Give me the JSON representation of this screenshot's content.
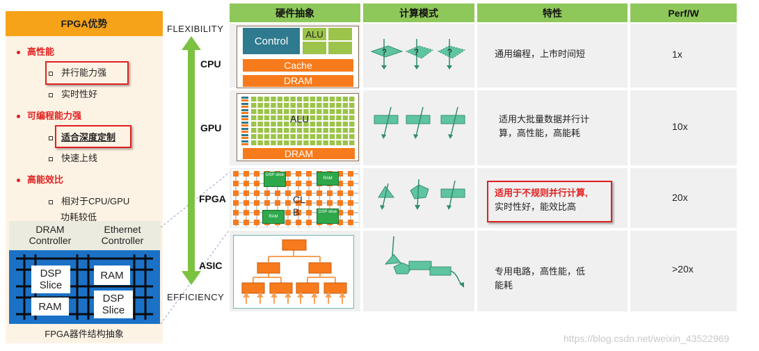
{
  "left_panel": {
    "title": "FPGA优势",
    "sections": [
      {
        "heading": "高性能",
        "items": [
          "并行能力强",
          "实时性好"
        ]
      },
      {
        "heading": "可编程能力强",
        "items": [
          "适合深度定制",
          "快速上线"
        ]
      },
      {
        "heading": "高能效比",
        "items": [
          "相对于CPU/GPU",
          "功耗较低"
        ]
      }
    ],
    "controllers": [
      "DRAM Controller",
      "Ethernet Controller"
    ],
    "controller_lines": [
      [
        "DRAM",
        "Controller"
      ],
      [
        "Ethernet",
        "Controller"
      ]
    ],
    "chip_blocks": [
      "DSP Slice",
      "RAM",
      "RAM",
      "DSP Slice"
    ],
    "chip_lines": [
      [
        "DSP",
        "Slice"
      ],
      [
        "RAM"
      ],
      [
        "RAM"
      ],
      [
        "DSP",
        "Slice"
      ]
    ],
    "caption": "FPGA器件结构抽象"
  },
  "axis": {
    "top": "FLEXIBILITY",
    "bottom": "EFFICIENCY"
  },
  "rows": [
    {
      "name": "CPU",
      "feature_lines": [
        "通用编程，上市时间短"
      ],
      "perf": "1x"
    },
    {
      "name": "GPU",
      "feature_lines": [
        "适用大批量数据并行计",
        "算，高性能，高能耗"
      ],
      "perf": "10x"
    },
    {
      "name": "FPGA",
      "feature_lines": [
        "适用于不规则并行计算,",
        "实时性好，能效比高"
      ],
      "perf": "20x"
    },
    {
      "name": "ASIC",
      "feature_lines": [
        "专用电路，高性能，低",
        "能耗"
      ],
      "perf": ">20x"
    }
  ],
  "table_headers": [
    "硬件抽象",
    "计算模式",
    "特性",
    "Perf/W"
  ],
  "cpu_diagram": {
    "control": "Control",
    "alu": "ALU",
    "cache": "Cache",
    "dram": "DRAM"
  },
  "gpu_diagram": {
    "alu": "ALU",
    "dram": "DRAM"
  },
  "fpga_diagram": {
    "dsp": "DSP slice",
    "ram": "RAM",
    "clb_line1": "CL",
    "clb_line2": "B"
  },
  "question_mark": "?",
  "watermark": "https://blog.csdn.net/weixin_43522969",
  "colors": {
    "orange": "#f77b1c",
    "green_header": "#8fc85a",
    "teal": "#5fc4a0",
    "red": "#e02020",
    "blue": "#1b71c6"
  }
}
